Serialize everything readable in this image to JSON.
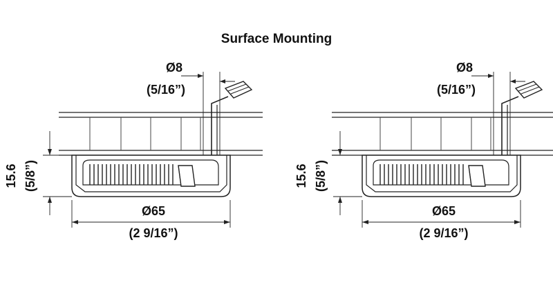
{
  "title": "Surface Mounting",
  "views": [
    {
      "hole_diameter": "Ø8",
      "hole_diameter_in": "(5/16”)",
      "height": "15.6",
      "height_in": "(5/8”)",
      "diameter": "Ø65",
      "diameter_in": "(2 9/16”)"
    },
    {
      "hole_diameter": "Ø8",
      "hole_diameter_in": "(5/16”)",
      "height": "15.6",
      "height_in": "(5/8”)",
      "diameter": "Ø65",
      "diameter_in": "(2 9/16”)"
    }
  ]
}
